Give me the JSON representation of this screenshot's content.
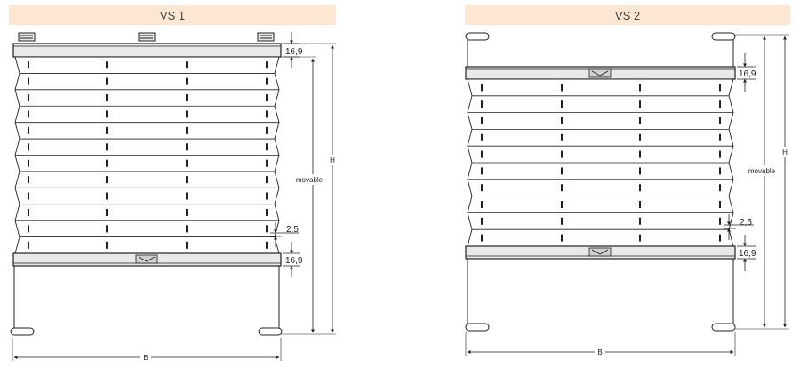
{
  "colors": {
    "header_bg": "#fde7d2",
    "line": "#222222",
    "rail_fill": "#e9e9e9",
    "fabric_fill": "#ffffff"
  },
  "icons": [
    "clip-icon",
    "handle-icon",
    "cord-guide-icon",
    "arrow-icon"
  ],
  "panels": [
    {
      "title": "VS 1",
      "labels": {
        "top_rail_height": "16,9",
        "bottom_rail_height": "16,9",
        "pleat_gap": "2,5",
        "movable": "movable",
        "height": "H",
        "width": "B"
      }
    },
    {
      "title": "VS 2",
      "labels": {
        "top_rail_height": "16,9",
        "bottom_rail_height": "16,9",
        "pleat_gap": "2,5",
        "movable": "movable",
        "height": "H",
        "width": "B"
      }
    }
  ]
}
